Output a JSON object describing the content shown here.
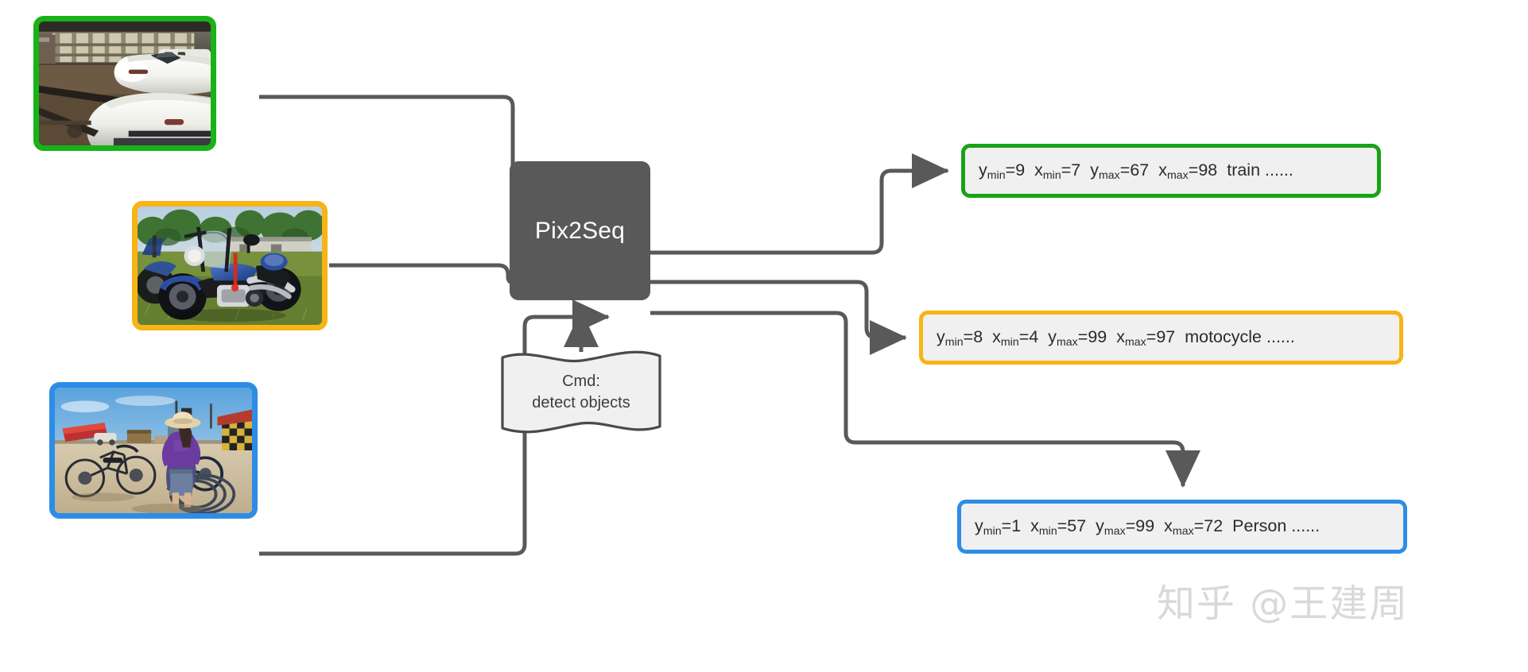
{
  "model": {
    "label": "Pix2Seq",
    "box_color": "#595959",
    "text_color": "#ffffff"
  },
  "command": {
    "line1": "Cmd:",
    "line2": "detect objects"
  },
  "inputs": [
    {
      "id": "train",
      "name": "train-image",
      "alt": "Two white Shinkansen bullet trains parked at a station platform",
      "border_color": "#17b317"
    },
    {
      "id": "motorcycle",
      "name": "motorcycle-image",
      "alt": "Blue and chrome Harley-Davidson motorcycle parked on grass",
      "border_color": "#f7b416"
    },
    {
      "id": "person",
      "name": "person-bicycle-image",
      "alt": "Person in purple shirt and sun hat standing on a bicycle in a desert playa",
      "border_color": "#2d8de6"
    }
  ],
  "outputs": [
    {
      "id": "train",
      "border_color": "#17a317",
      "fill": "#f0f0f0",
      "tokens": [
        {
          "key": "y",
          "sub": "min",
          "value": "9"
        },
        {
          "key": "x",
          "sub": "min",
          "value": "7"
        },
        {
          "key": "y",
          "sub": "max",
          "value": "67"
        },
        {
          "key": "x",
          "sub": "max",
          "value": "98"
        }
      ],
      "label": "train",
      "ellipsis": "......",
      "full_text": "ymin=9 xmin=7 ymax=67 xmax=98 train ......"
    },
    {
      "id": "motorcycle",
      "border_color": "#f7b416",
      "fill": "#f0f0f0",
      "tokens": [
        {
          "key": "y",
          "sub": "min",
          "value": "8"
        },
        {
          "key": "x",
          "sub": "min",
          "value": "4"
        },
        {
          "key": "y",
          "sub": "max",
          "value": "99"
        },
        {
          "key": "x",
          "sub": "max",
          "value": "97"
        }
      ],
      "label": "motocycle",
      "ellipsis": "......",
      "full_text": "ymin=8 xmin=4 ymax=99 xmax=97 motocycle ......"
    },
    {
      "id": "person",
      "border_color": "#2d8de6",
      "fill": "#f0f0f0",
      "tokens": [
        {
          "key": "y",
          "sub": "min",
          "value": "1"
        },
        {
          "key": "x",
          "sub": "min",
          "value": "57"
        },
        {
          "key": "y",
          "sub": "max",
          "value": "99"
        },
        {
          "key": "x",
          "sub": "max",
          "value": "72"
        }
      ],
      "label": "Person",
      "ellipsis": "......",
      "full_text": "ymin=1 xmin=57 ymax=99 xmax=72 Person ......"
    }
  ],
  "connectors": {
    "stroke_color": "#595959",
    "stroke_width": 5
  },
  "watermark": {
    "text": "知乎 @王建周",
    "color": "#d9d9d9"
  }
}
